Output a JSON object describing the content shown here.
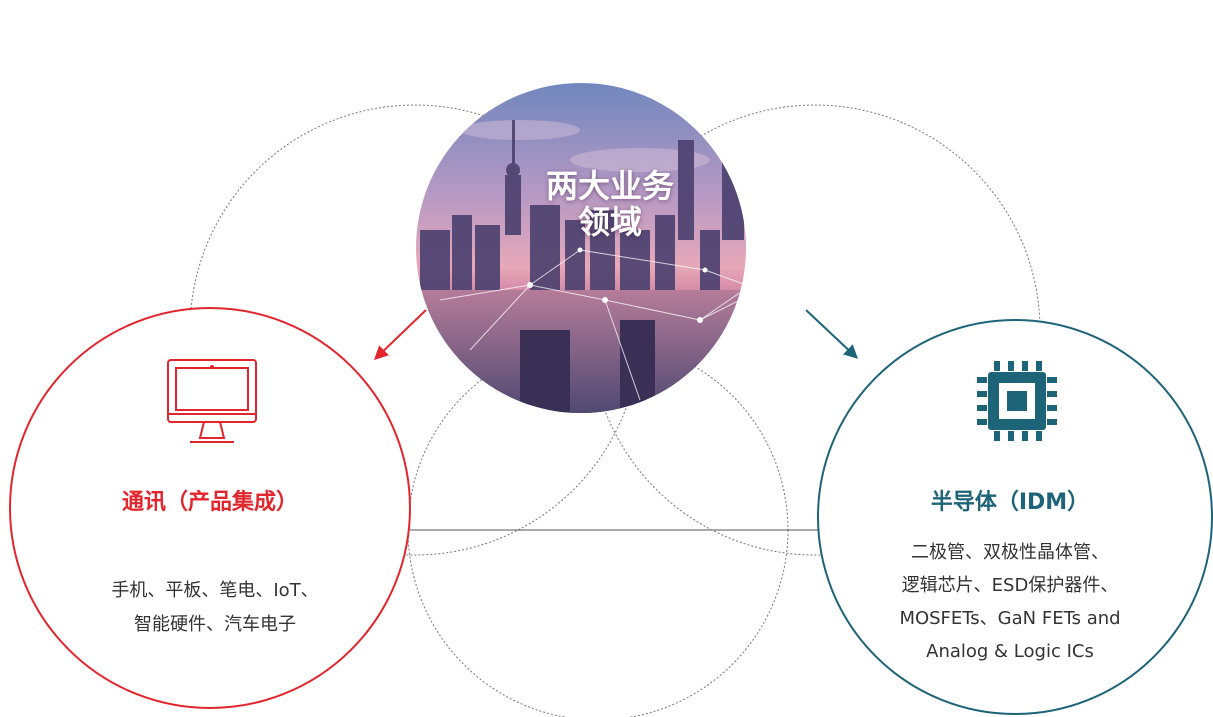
{
  "center": {
    "title_lines": [
      "两大业务",
      "领域"
    ],
    "image": "shanghai-skyline-photo"
  },
  "left_domain": {
    "title": "通讯（产品集成）",
    "icon": "monitor-icon",
    "desc_lines": [
      "手机、平板、笔电、IoT、",
      "智能硬件、汽车电子"
    ],
    "color": "#e1262d"
  },
  "right_domain": {
    "title": "半导体（IDM）",
    "icon": "chip-icon",
    "desc_lines": [
      "二极管、双极性晶体管、",
      "逻辑芯片、ESD保护器件、",
      "MOSFETs、GaN FETs and",
      "Analog & Logic ICs"
    ],
    "color": "#1e6478"
  }
}
